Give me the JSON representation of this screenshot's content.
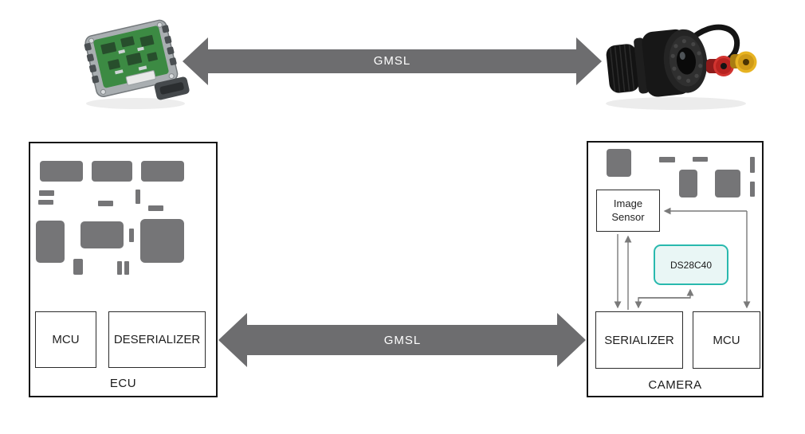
{
  "links": {
    "top": {
      "label": "GMSL"
    },
    "bottom": {
      "label": "GMSL"
    }
  },
  "ecu": {
    "title": "ECU",
    "blocks": [
      {
        "label": "MCU"
      },
      {
        "label": "DESERIALIZER"
      }
    ]
  },
  "camera": {
    "title": "CAMERA",
    "blocks": {
      "image_sensor": {
        "line1": "Image",
        "line2": "Sensor"
      },
      "ds28c40": {
        "label": "DS28C40"
      },
      "serializer": {
        "label": "SERIALIZER"
      },
      "mcu": {
        "label": "MCU"
      }
    }
  },
  "images": {
    "ecu_photo": "ecu-module-photo",
    "camera_photo": "vehicle-camera-photo"
  },
  "colors": {
    "gmsl_arrow_gray": "#6d6d6f",
    "signal_line_gray": "#7a7a7a",
    "component_gray": "#757577",
    "box_border_black": "#141414",
    "ds28c40_border_teal": "#29b9ae",
    "ds28c40_fill_mint": "#e9f6f5",
    "arrow_text_white": "#ffffff"
  }
}
